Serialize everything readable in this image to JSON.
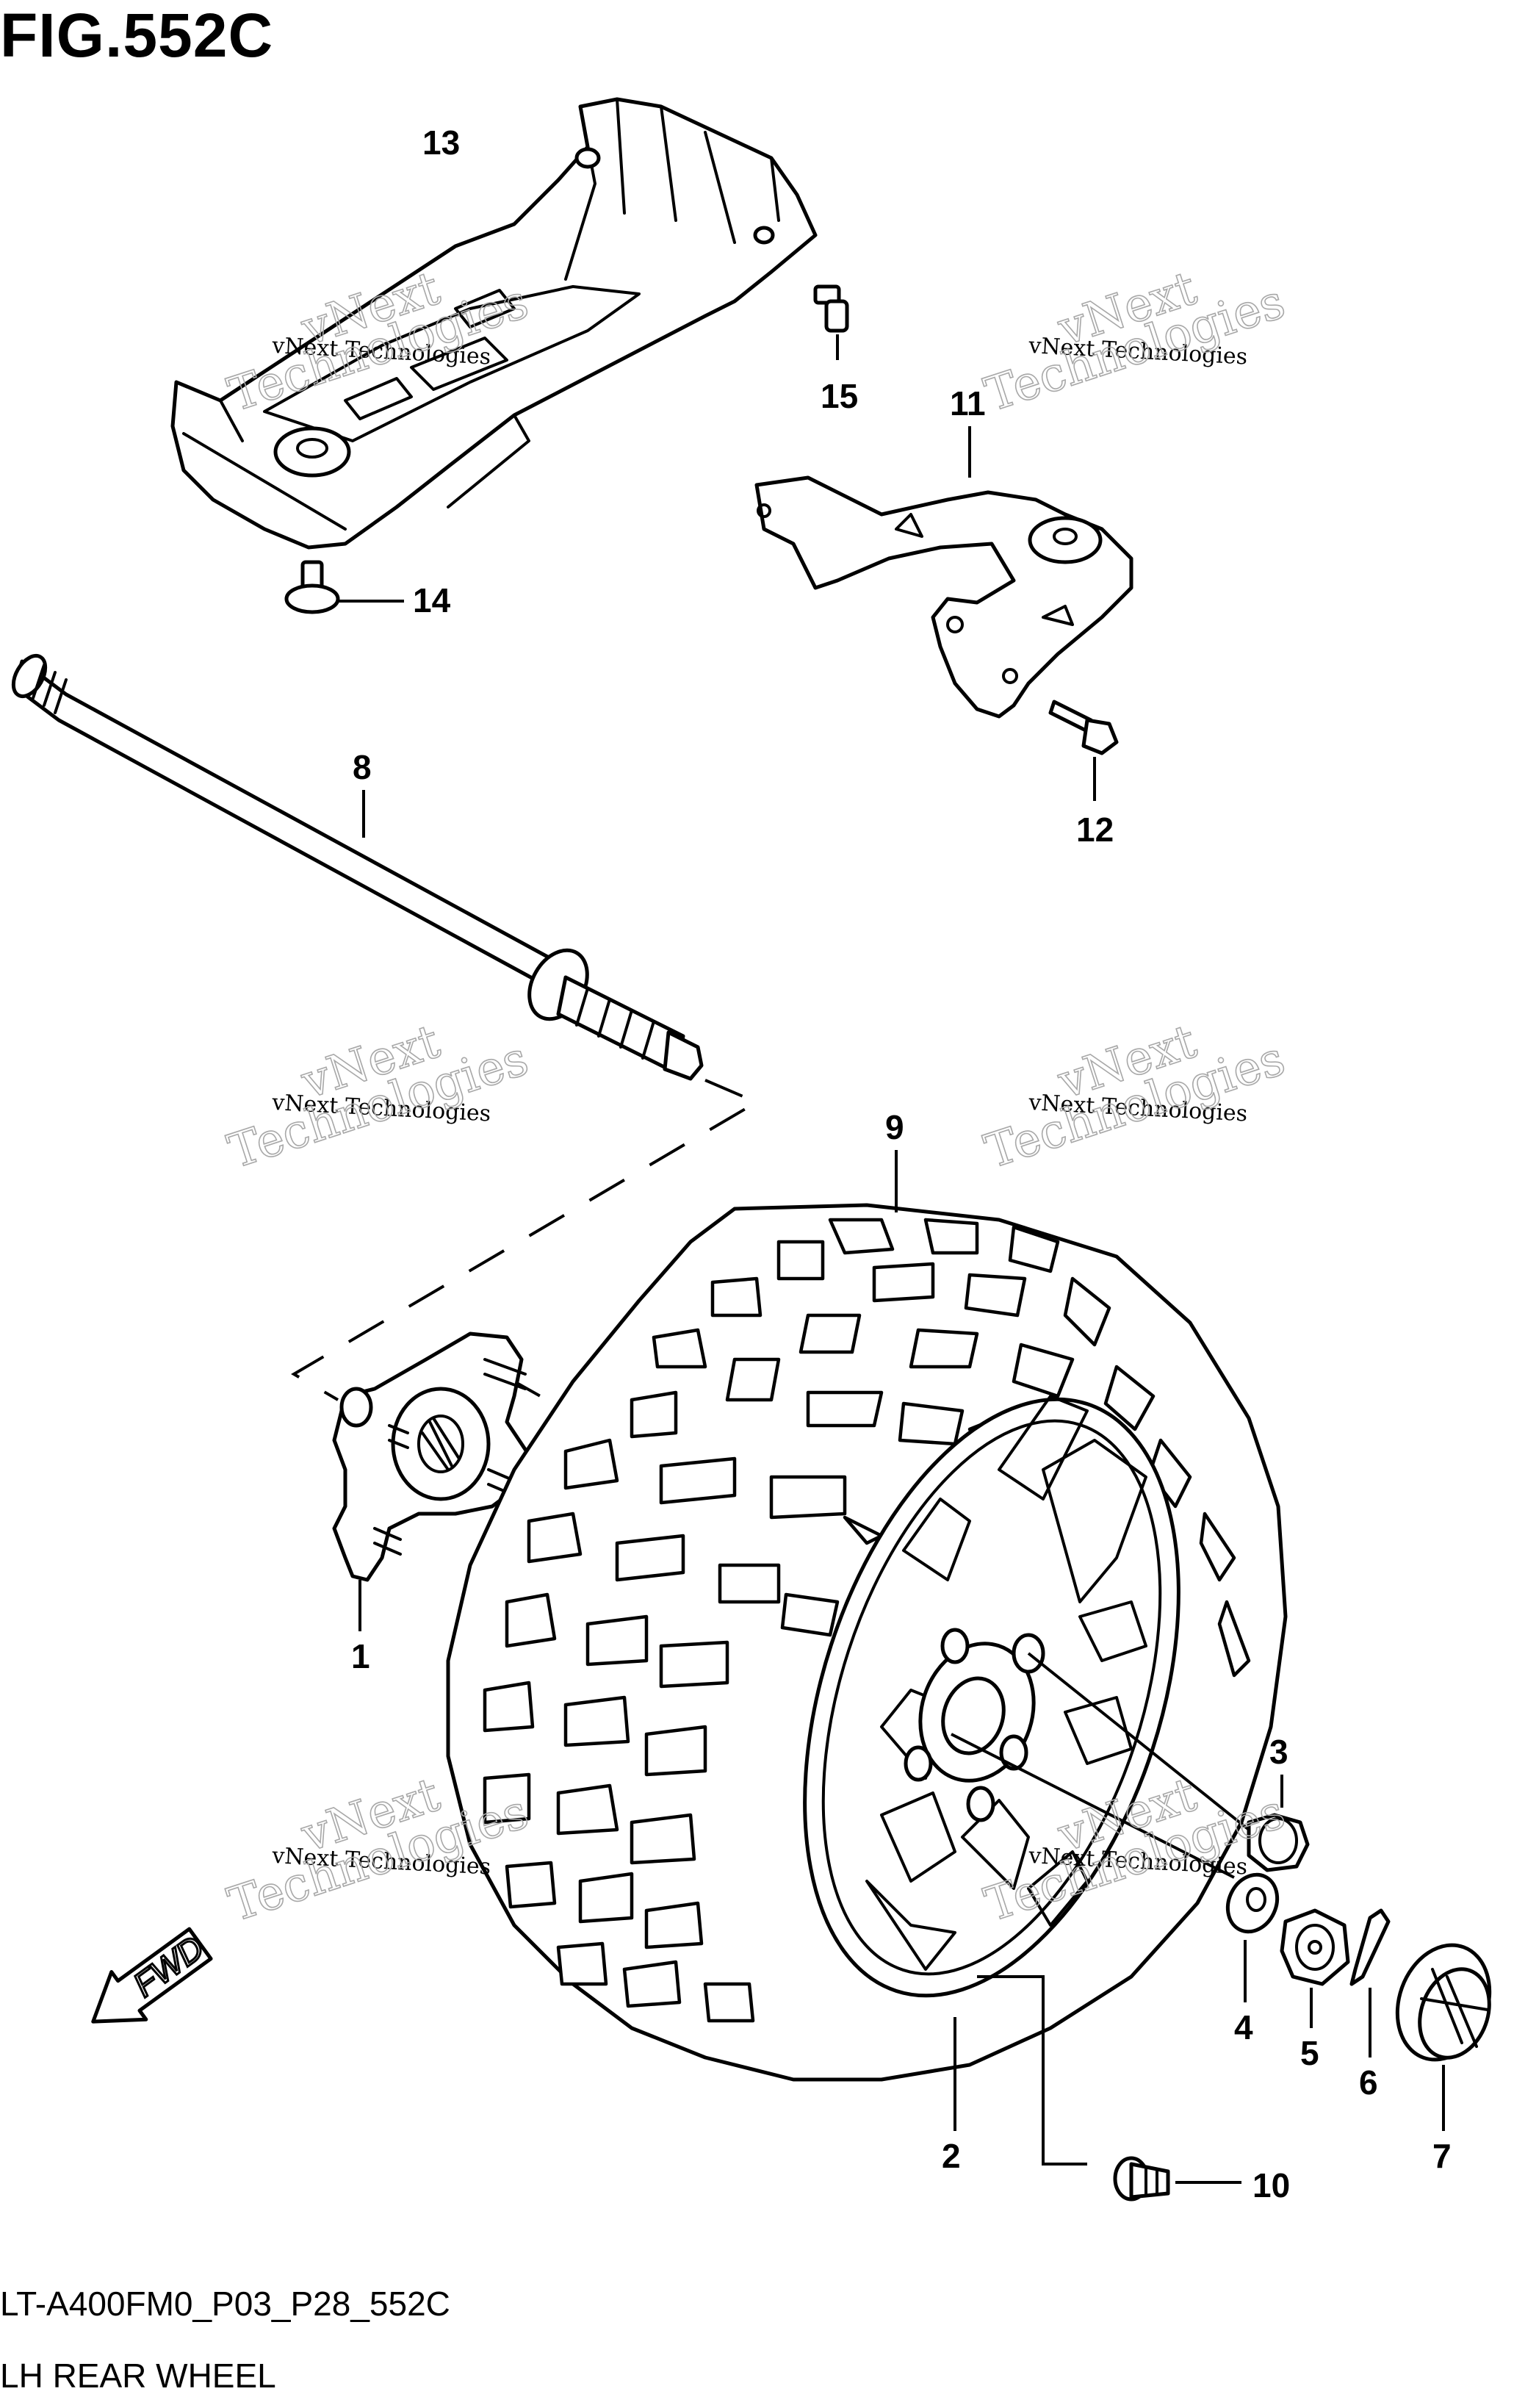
{
  "figure": {
    "title": "FIG.552C",
    "code": "LT-A400FM0_P03_P28_552C",
    "caption": "LH REAR WHEEL"
  },
  "callouts": [
    "1",
    "2",
    "3",
    "4",
    "5",
    "6",
    "7",
    "8",
    "9",
    "10",
    "11",
    "12",
    "13",
    "14",
    "15"
  ],
  "direction_badge": "FWD",
  "watermark": {
    "line1": "vNext Technologies",
    "line2_a": "vNext",
    "line2_b": "Technologies"
  },
  "colors": {
    "ink": "#000000",
    "paper": "#ffffff",
    "watermark": "#a8a8a8"
  }
}
